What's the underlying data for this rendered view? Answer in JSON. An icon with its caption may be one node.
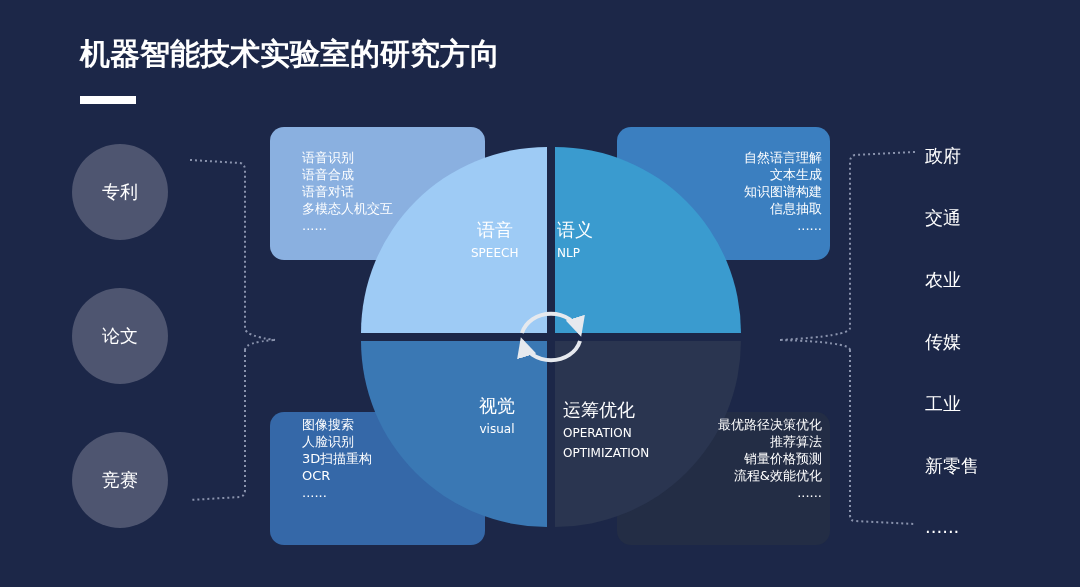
{
  "diagram": {
    "title": "机器智能技术实验室的研究方向",
    "nodes": [
      {
        "text": [
          "专利"
        ]
      },
      {
        "text": [
          "论文"
        ]
      },
      {
        "text": [
          "竞赛"
        ]
      },
      {
        "text": [
          "语音识别",
          "语音合成",
          "语音对话",
          "多模态人机交互",
          "......"
        ]
      },
      {
        "text": [
          "自然语言理解",
          "文本生成",
          "知识图谱构建",
          "信息抽取",
          "......"
        ]
      },
      {
        "text": [
          "图像搜索",
          "人脸识别",
          "3D扫描重构",
          "OCR",
          "......"
        ]
      },
      {
        "text": [
          "最优路径决策优化",
          "推荐算法",
          "销量价格预测",
          "流程&效能优化",
          "......"
        ]
      },
      {
        "text": [
          "语音",
          "SPEECH"
        ]
      },
      {
        "text": [
          "语义",
          "NLP"
        ]
      },
      {
        "text": [
          "视觉",
          "visual"
        ]
      },
      {
        "text": [
          "运筹优化",
          "OPERATION OPTIMIZATION"
        ]
      }
    ],
    "edges": [
      {
        "from": 7,
        "to": 8,
        "arrow": "to"
      },
      {
        "from": 10,
        "to": 9,
        "arrow": "to"
      }
    ],
    "labels": [
      "政府",
      "交通",
      "农业",
      "传媒",
      "工业",
      "新零售",
      "......"
    ]
  }
}
